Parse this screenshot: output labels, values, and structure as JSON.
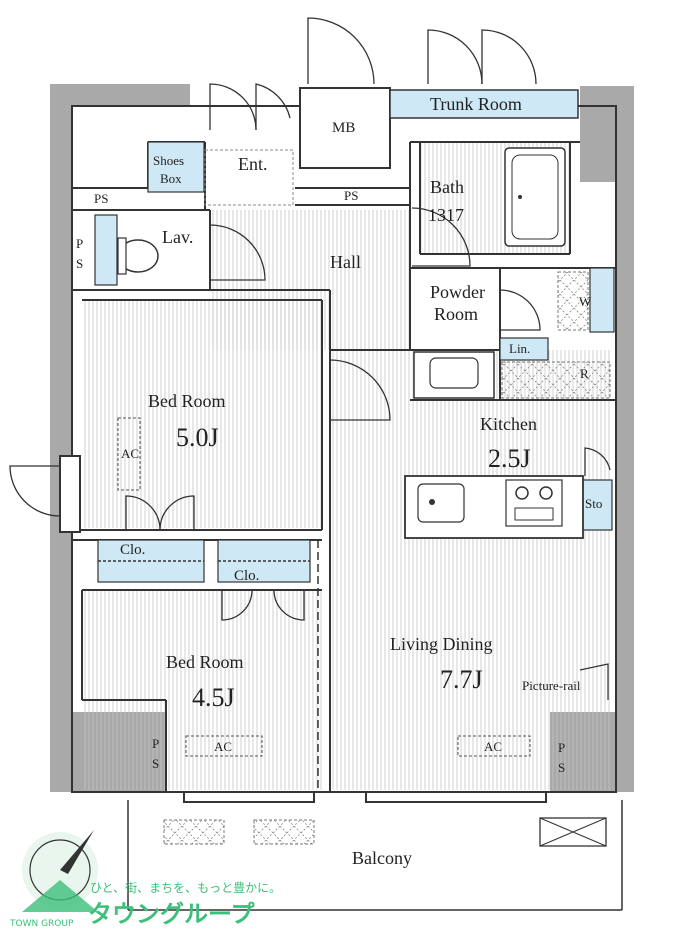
{
  "rooms": {
    "trunk_room": "Trunk Room",
    "mb": "MB",
    "shoes_box_1": "Shoes",
    "shoes_box_2": "Box",
    "entrance": "Ent.",
    "ps_top_left": "PS",
    "ps_hall": "PS",
    "ps_lav_1": "P",
    "ps_lav_2": "S",
    "lavatory": "Lav.",
    "bath": "Bath",
    "bath_size": "1317",
    "hall": "Hall",
    "powder_room_1": "Powder",
    "powder_room_2": "Room",
    "washer": "W",
    "linen": "Lin.",
    "refrigerator": "R",
    "kitchen": "Kitchen",
    "kitchen_size": "2.5J",
    "storage": "Sto",
    "bedroom1": "Bed Room",
    "bedroom1_size": "5.0J",
    "ac_bed1": "AC",
    "closet1": "Clo.",
    "closet2": "Clo.",
    "bedroom2": "Bed Room",
    "bedroom2_size": "4.5J",
    "ac_bed2": "AC",
    "ps_bed2_1": "P",
    "ps_bed2_2": "S",
    "living_dining": "Living Dining",
    "living_dining_size": "7.7J",
    "picture_rail": "Picture-rail",
    "ac_living": "AC",
    "ps_living_1": "P",
    "ps_living_2": "S",
    "balcony": "Balcony"
  },
  "branding": {
    "tagline": "ひと、街、まちを、もっと豊かに。",
    "company": "タウングループ",
    "logo_sub": "TOWN GROUP"
  },
  "colors": {
    "wall": "#a9a9a9",
    "storage_fill": "#cfe8f5",
    "line": "#333333",
    "brand": "#3cbf7a"
  }
}
